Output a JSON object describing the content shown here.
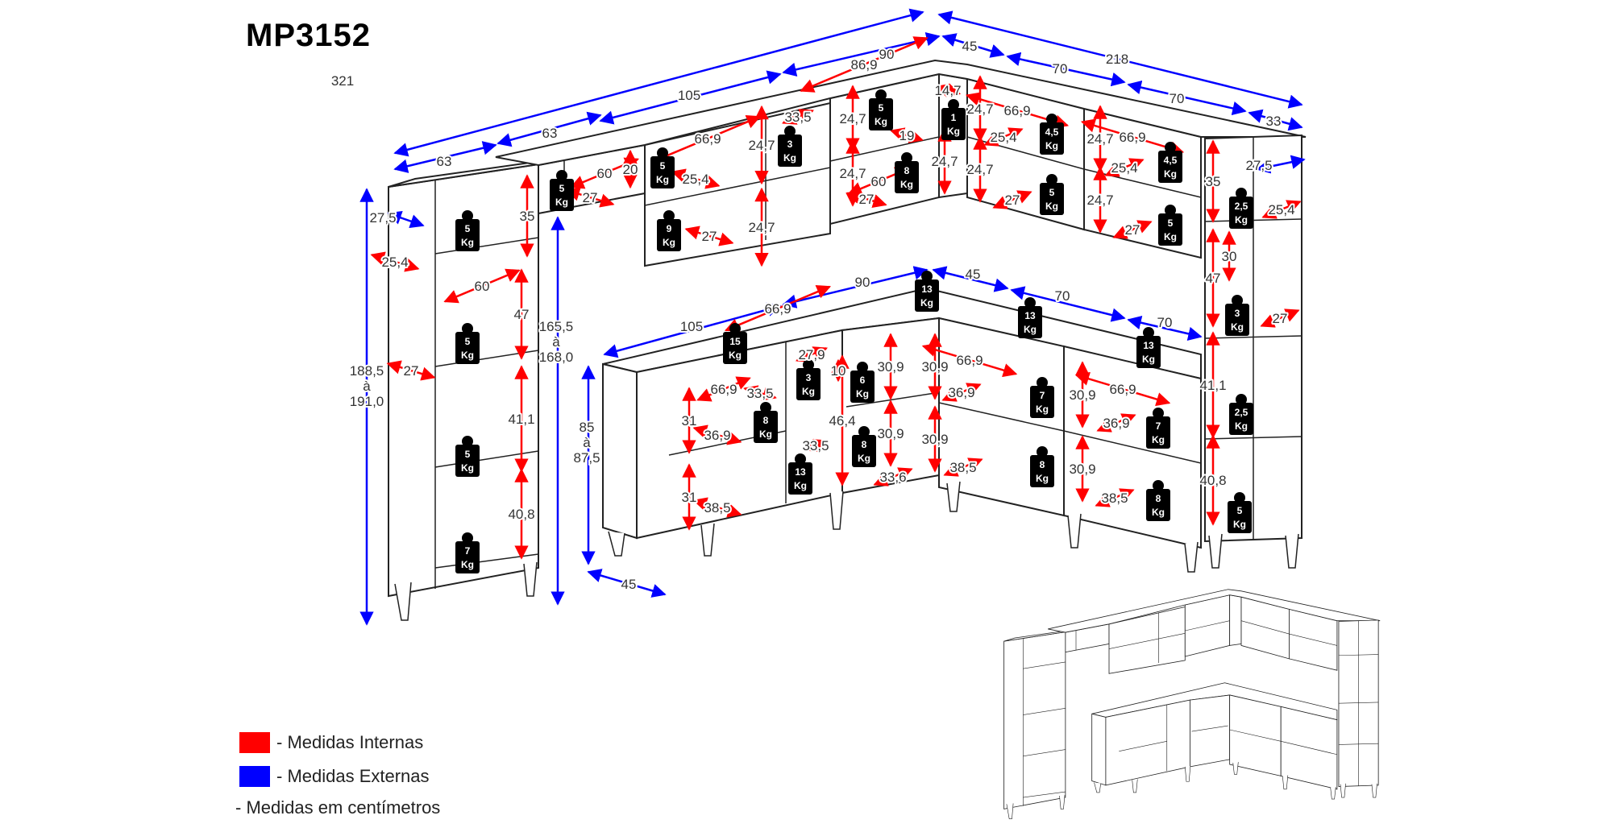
{
  "title": "MP3152",
  "legend": {
    "internal": {
      "label": "- Medidas Internas",
      "color": "#ff0000"
    },
    "external": {
      "label": "- Medidas Externas",
      "color": "#0000ff"
    },
    "note": "- Medidas em centímetros"
  },
  "weight_unit": "Kg",
  "dimensions": {
    "external": [
      "321",
      "105",
      "63",
      "63",
      "90",
      "45",
      "218",
      "70",
      "70",
      "33",
      "27,5",
      "27,5",
      [
        "188,5",
        "à",
        "191,0"
      ],
      [
        "165,5",
        "à",
        "168,0"
      ],
      [
        "85",
        "à",
        "87,5"
      ],
      "45",
      "90",
      "105",
      "45",
      "70",
      "70"
    ],
    "internal": [
      "25,4",
      "60",
      "35",
      "47",
      "27",
      "41,1",
      "40,8",
      "60",
      "20",
      "27",
      "66,9",
      "33,5",
      "24,7",
      "24,7",
      "25,4",
      "27",
      "86,9",
      "24,7",
      "19",
      "24,7",
      "60",
      "27",
      "14,7",
      "24,7",
      "24,7",
      "66,9",
      "25,4",
      "24,7",
      "27",
      "24,7",
      "66,9",
      "25,4",
      "24,7",
      "27",
      "35",
      "25,4",
      "30",
      "47",
      "27",
      "41,1",
      "40,8",
      "66,9",
      "66,9",
      "33,5",
      "27,9",
      "10",
      "31",
      "36,9",
      "31",
      "38,5",
      "46,4",
      "33,5",
      "30,9",
      "30,9",
      "33,6",
      "30,9",
      "66,9",
      "36,9",
      "30,9",
      "38,5",
      "30,9",
      "66,9",
      "36,9",
      "30,9",
      "38,5"
    ]
  },
  "weights": [
    "5",
    "5",
    "5",
    "7",
    "5",
    "5",
    "9",
    "3",
    "5",
    "8",
    "1",
    "4,5",
    "5",
    "4,5",
    "5",
    "2,5",
    "3",
    "2,5",
    "5",
    "15",
    "13",
    "13",
    "13",
    "3",
    "8",
    "13",
    "6",
    "8",
    "7",
    "8",
    "7",
    "8"
  ]
}
